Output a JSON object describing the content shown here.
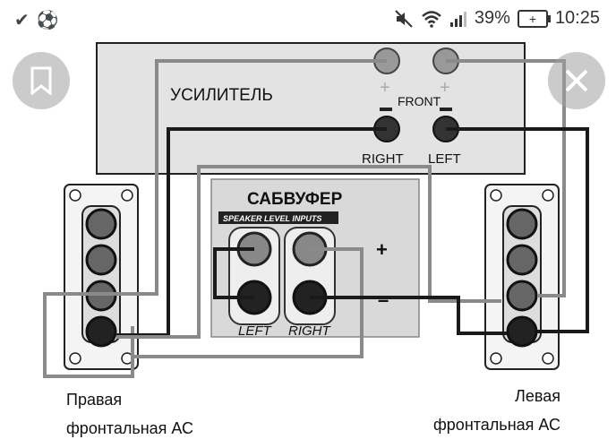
{
  "status_bar": {
    "battery_percent": "39%",
    "time": "10:25",
    "icons": [
      "checkmark-icon",
      "soccer-ball-icon",
      "mute-icon",
      "wifi-icon",
      "signal-icon",
      "battery-charging-icon"
    ]
  },
  "diagram": {
    "amplifier_label": "УСИЛИТЕЛЬ",
    "front_label": "FRONT",
    "right_label": "RIGHT",
    "left_label": "LEFT",
    "subwoofer_label": "САБВУФЕР",
    "speaker_level_inputs": "SPEAKER LEVEL INPUTS",
    "sub_left": "LEFT",
    "sub_right": "RIGHT",
    "plus_sign": "+",
    "minus_sign": "–",
    "right_speaker_line1": "Правая",
    "right_speaker_line2": "фронтальная АС",
    "left_speaker_line1": "Левая",
    "left_speaker_line2": "фронтальная АС"
  },
  "overlay_buttons": [
    "bookmark-icon",
    "close-icon"
  ]
}
